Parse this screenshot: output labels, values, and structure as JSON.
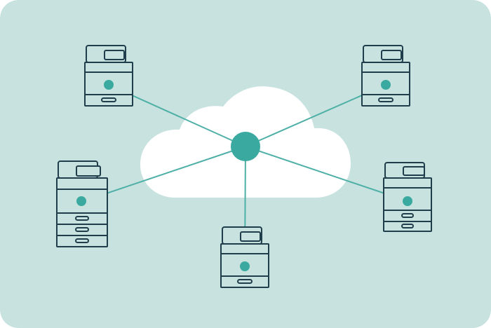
{
  "colors": {
    "background": "#c7e2df",
    "cloud": "#ffffff",
    "hub": "#3aa9a0",
    "link": "#4fb0a7",
    "device_stroke": "#1f3d4a",
    "device_fill": "#c7e2df",
    "device_dot": "#3aa9a0"
  },
  "diagram": {
    "hub": {
      "icon": "cloud-hub-icon"
    },
    "devices": [
      {
        "id": "printer-top-left",
        "icon": "printer-icon",
        "type": "mfp-small"
      },
      {
        "id": "printer-top-right",
        "icon": "printer-icon",
        "type": "mfp-small"
      },
      {
        "id": "printer-mid-left",
        "icon": "printer-icon",
        "type": "mfp-large"
      },
      {
        "id": "printer-mid-right",
        "icon": "printer-icon",
        "type": "mfp-medium"
      },
      {
        "id": "printer-bottom",
        "icon": "printer-icon",
        "type": "mfp-small"
      }
    ]
  }
}
